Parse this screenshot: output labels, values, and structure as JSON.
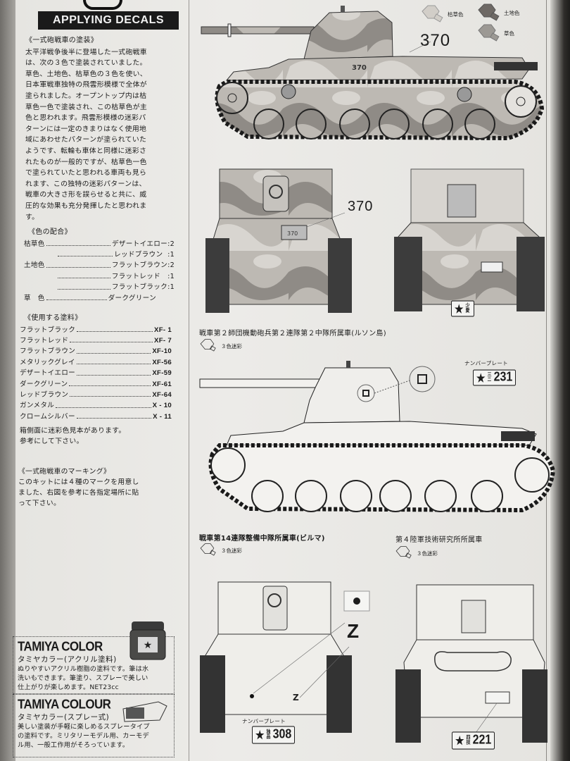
{
  "header": {
    "title": "APPLYING DECALS"
  },
  "painting": {
    "title": "《一式砲戦車の塗装》",
    "lines": [
      "太平洋戦争後半に登場した一式砲戦車",
      "は、次の３色で塗装されていました。",
      "草色、土地色、枯草色の３色を使い、",
      "日本軍戦車独特の飛雲形模様で全体が",
      "塗られました。オープントップ内は枯",
      "草色一色で塗装され、この枯草色が主",
      "色と思われます。飛雲形模様の迷彩パ",
      "ターンには一定のきまりはなく使用地",
      "域にあわせたパターンが塗られていた",
      "ようです、転輪も車体と同様に迷彩さ",
      "れたものが一般的ですが、枯草色一色",
      "で塗られていたと思われる車両も見ら",
      "れます、この独特の迷彩パターンは、",
      "戦車の大きさ形を誤らせると共に、威",
      "圧的な効果も充分発揮したと思われま",
      "す。"
    ]
  },
  "color_mix": {
    "title": "《色の配合》",
    "rows": [
      {
        "base": "枯草色",
        "paint": "デザートイエロー",
        "ratio": ":2"
      },
      {
        "base": "",
        "paint": "レッドブラウン",
        "ratio": ":1"
      },
      {
        "base": "土地色",
        "paint": "フラットブラウン",
        "ratio": ":2"
      },
      {
        "base": "",
        "paint": "フラットレッド",
        "ratio": ":1"
      },
      {
        "base": "",
        "paint": "フラットブラック",
        "ratio": ":1"
      },
      {
        "base": "草　色",
        "paint": "ダークグリーン",
        "ratio": ""
      }
    ]
  },
  "paints": {
    "title": "《使用する塗料》",
    "rows": [
      {
        "name": "フラットブラック",
        "code": "XF- 1"
      },
      {
        "name": "フラットレッド",
        "code": "XF- 7"
      },
      {
        "name": "フラットブラウン",
        "code": "XF-10"
      },
      {
        "name": "メタリックグレイ",
        "code": "XF-56"
      },
      {
        "name": "デザートイエロー",
        "code": "XF-59"
      },
      {
        "name": "ダークグリーン",
        "code": "XF-61"
      },
      {
        "name": "レッドブラウン",
        "code": "XF-64"
      },
      {
        "name": "ガンメタル",
        "code": "X - 10"
      },
      {
        "name": "クロームシルバー",
        "code": "X - 11"
      }
    ],
    "note_lines": [
      "箱側面に迷彩色見本があります。",
      "参考にして下さい。"
    ]
  },
  "marking": {
    "title": "《一式砲戦車のマーキング》",
    "lines": [
      "このキットには４種のマークを用意し",
      "ました、右図を参考に各指定場所に貼",
      "って下さい。"
    ]
  },
  "ads": [
    {
      "brand": "TAMIYA COLOR",
      "sub": "タミヤカラー(アクリル塗料)",
      "body": [
        "ぬりやすいアクリル樹脂の塗料です。筆は水",
        "洗いもできます。筆塗り、スプレーで美しい",
        "仕上がりが楽しめます。NET23cc"
      ]
    },
    {
      "brand": "TAMIYA COLOUR",
      "sub": "タミヤカラー(スプレー式)",
      "body": [
        "美しい塗装が手軽に楽しめるスプレータイプ",
        "の塗料です。ミリタリーモデル用、カーモデ",
        "ル用、一般工作用がそろっています。"
      ]
    }
  ],
  "legend": {
    "swatches": [
      {
        "label": "枯草色",
        "color": "#cfcbc4"
      },
      {
        "label": "土地色",
        "color": "#6f6a66"
      },
      {
        "label": "草色",
        "color": "#9b9893"
      }
    ]
  },
  "diagrams": {
    "tank1": {
      "hull_number": "370",
      "callout": "370"
    },
    "tank2": {
      "unit": "戦車第２師団機動砲兵第２連隊第２中隊所属車(ルソン島)",
      "scheme": "３色迷彩",
      "plate_label": "ナンバープレート",
      "plate_kanji": "三ニ",
      "plate_number": "231"
    },
    "tank3": {
      "unit": "戦車第14連隊整備中隊所属車(ビルマ)",
      "scheme": "３色迷彩",
      "marking": "Z",
      "plate_label": "ナンバープレート",
      "plate_kanji": "独品",
      "plate_number": "308"
    },
    "tank4": {
      "unit": "第４陸軍技術研究所所属車",
      "scheme": "３色迷彩",
      "plate_kanji": "四技",
      "plate_number": "221"
    },
    "front1_plate": {
      "kanji": "少愛"
    }
  }
}
